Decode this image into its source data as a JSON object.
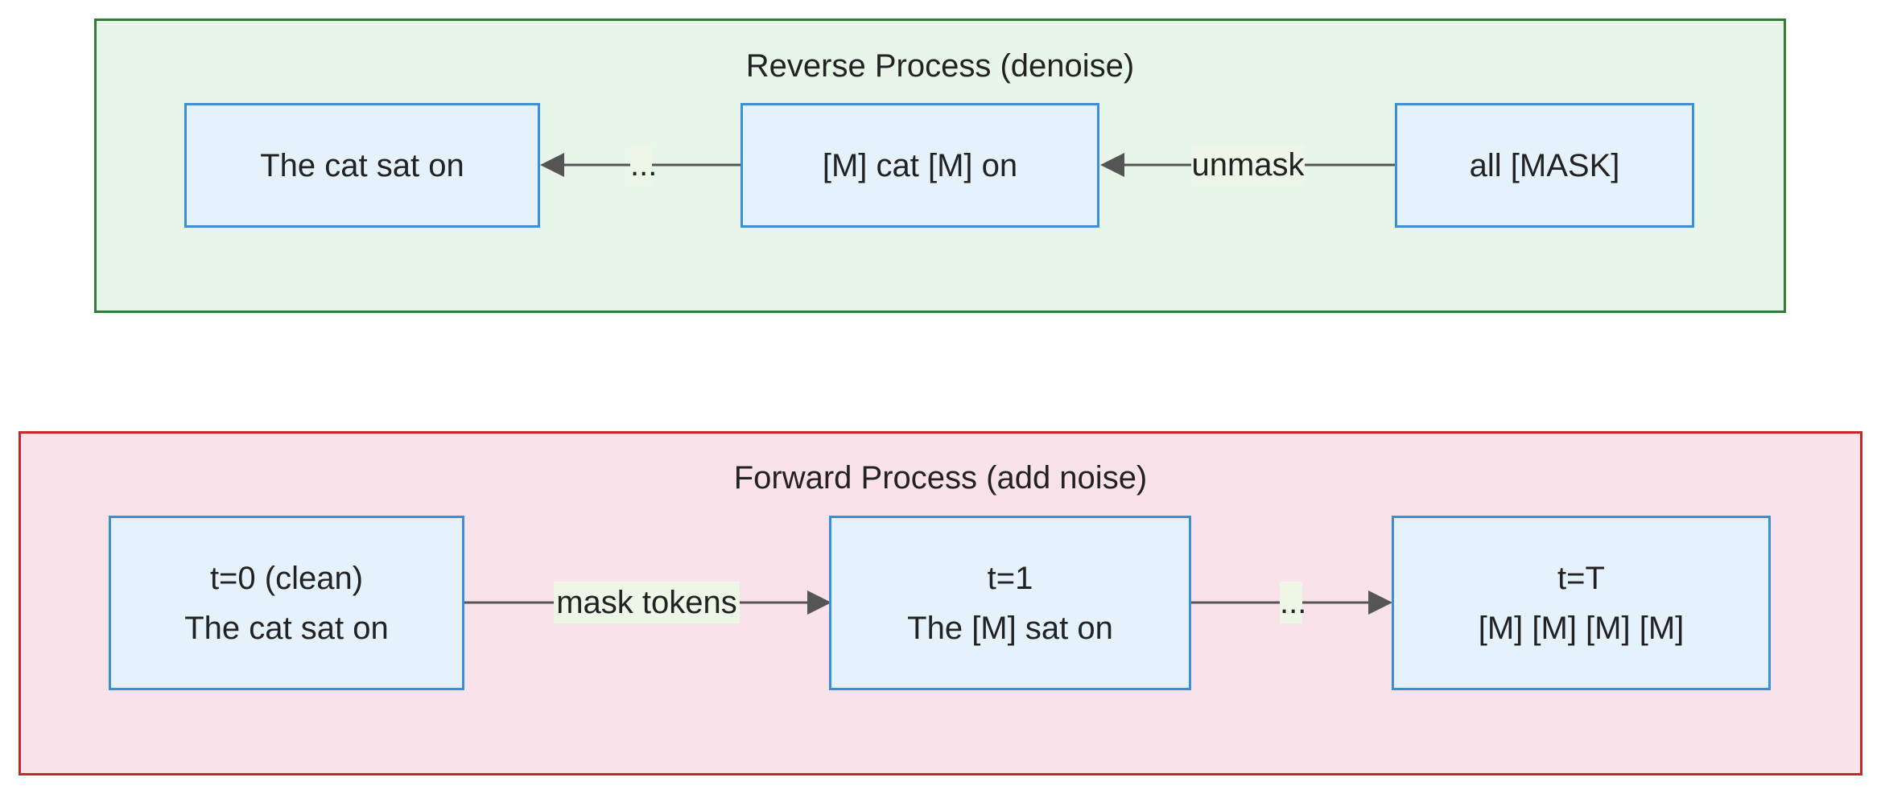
{
  "colors": {
    "reverse_fill": "#e8f5e9",
    "reverse_border": "#2e7d32",
    "forward_fill": "#fae2ea",
    "forward_border": "#c62828",
    "node_fill": "#e5f2fc",
    "node_border": "#3a8fd6",
    "edge": "#555555"
  },
  "reverse": {
    "title": "Reverse Process (denoise)",
    "nodes": {
      "clean": {
        "line1": "The cat sat on"
      },
      "partial": {
        "line1": "[M] cat [M] on"
      },
      "all_mask": {
        "line1": "all [MASK]"
      }
    },
    "edges": {
      "unmask": "unmask",
      "ellipsis": "..."
    }
  },
  "forward": {
    "title": "Forward Process (add noise)",
    "nodes": {
      "t0": {
        "line1": "t=0 (clean)",
        "line2": "The cat sat on"
      },
      "t1": {
        "line1": "t=1",
        "line2": "The [M] sat on"
      },
      "tT": {
        "line1": "t=T",
        "line2": "[M] [M] [M] [M]"
      }
    },
    "edges": {
      "mask_tokens": "mask tokens",
      "ellipsis": "..."
    }
  }
}
